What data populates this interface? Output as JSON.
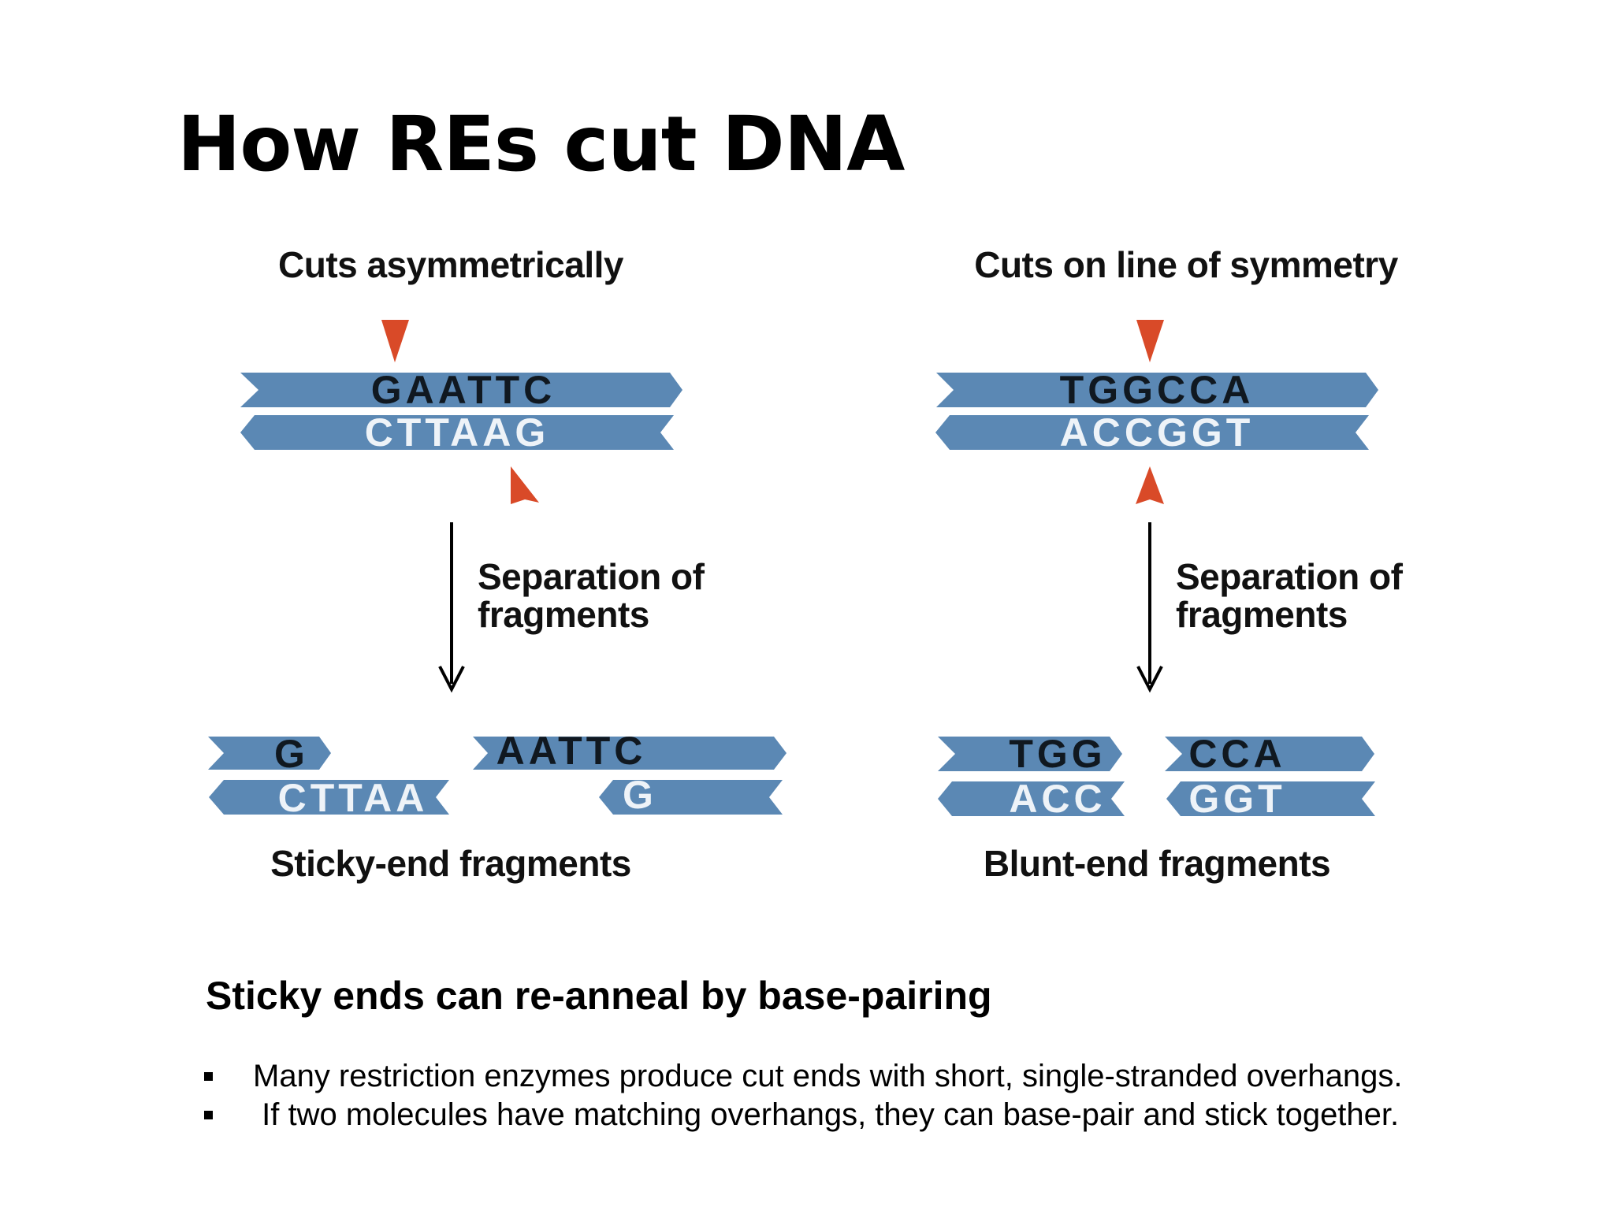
{
  "slide": {
    "title": "How REs cut DNA"
  },
  "diagram": {
    "left": {
      "caption_top": "Cuts asymmetrically",
      "top_strand": "GAATTC",
      "bottom_strand": "CTTAAG",
      "step_label_line1": "Separation of",
      "step_label_line2": "fragments",
      "frag_left_top": "G",
      "frag_left_bottom": "CTTAA",
      "frag_right_top": "AATTC",
      "frag_right_bottom": "G",
      "caption_bottom": "Sticky-end fragments"
    },
    "right": {
      "caption_top": "Cuts on line of symmetry",
      "top_strand": "TGGCCA",
      "bottom_strand": "ACCGGT",
      "step_label_line1": "Separation of",
      "step_label_line2": "fragments",
      "frag_left_top": "TGG",
      "frag_left_bottom": "ACC",
      "frag_right_top": "CCA",
      "frag_right_bottom": "GGT",
      "caption_bottom": "Blunt-end fragments"
    }
  },
  "content": {
    "subheading": "Sticky ends can re-anneal by base-pairing",
    "bullets": [
      "Many restriction enzymes produce cut ends with short, single-stranded overhangs.",
      " If two molecules have matching overhangs, they can base-pair and stick together."
    ]
  },
  "colors": {
    "strand": "#5b88b4",
    "cut_marker": "#d94a28"
  }
}
